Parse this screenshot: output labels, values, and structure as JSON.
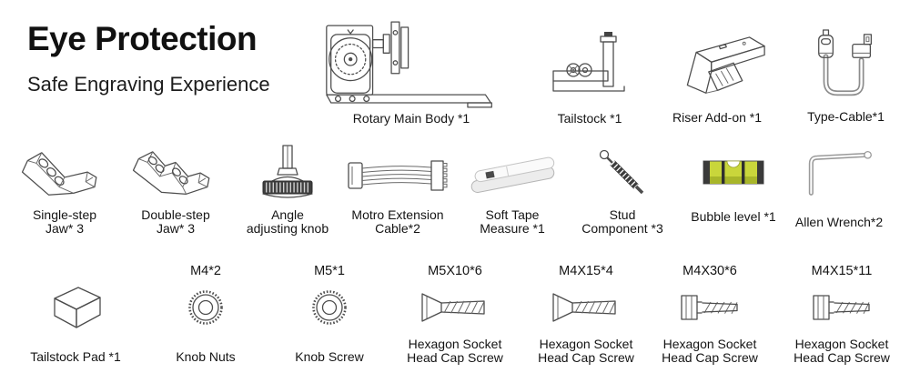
{
  "header": {
    "title": "Eye Protection",
    "subtitle": "Safe Engraving Experience"
  },
  "colors": {
    "line_art": "#4d4d4d",
    "dark_parts": "#3a3a3a",
    "bubble_level_green": "#c9d63b",
    "bubble_level_shade": "#a8b62a",
    "cable_gray": "#8c8c8c",
    "text": "#141414"
  },
  "items": [
    {
      "id": "rotary-main-body",
      "label": "Rotary Main Body *1"
    },
    {
      "id": "tailstock",
      "label": "Tailstock *1"
    },
    {
      "id": "riser-add-on",
      "label": "Riser Add-on *1"
    },
    {
      "id": "type-cable",
      "label": "Type-Cable*1"
    },
    {
      "id": "single-step-jaw",
      "label": "Single-step\nJaw* 3"
    },
    {
      "id": "double-step-jaw",
      "label": "Double-step\nJaw* 3"
    },
    {
      "id": "angle-adjusting-knob",
      "label": "Angle\nadjusting knob"
    },
    {
      "id": "motro-extension-cable",
      "label": "Motro Extension\nCable*2"
    },
    {
      "id": "soft-tape-measure",
      "label": "Soft Tape\nMeasure *1"
    },
    {
      "id": "stud-component",
      "label": "Stud\nComponent *3"
    },
    {
      "id": "bubble-level",
      "label": "Bubble level *1"
    },
    {
      "id": "allen-wrench",
      "label": "Allen Wrench*2"
    },
    {
      "id": "tailstock-pad",
      "label": "Tailstock Pad *1",
      "size": ""
    },
    {
      "id": "knob-nuts",
      "label": "Knob Nuts",
      "size": "M4*2"
    },
    {
      "id": "knob-screw",
      "label": "Knob Screw",
      "size": "M5*1"
    },
    {
      "id": "hex-screw-m5x10",
      "label": "Hexagon Socket\nHead Cap Screw",
      "size": "M5X10*6"
    },
    {
      "id": "hex-screw-m4x15-4",
      "label": "Hexagon Socket\nHead Cap Screw",
      "size": "M4X15*4"
    },
    {
      "id": "hex-screw-m4x30-6",
      "label": "Hexagon Socket\nHead Cap Screw",
      "size": "M4X30*6"
    },
    {
      "id": "hex-screw-m4x15-11",
      "label": "Hexagon Socket\nHead Cap Screw",
      "size": "M4X15*11"
    }
  ]
}
